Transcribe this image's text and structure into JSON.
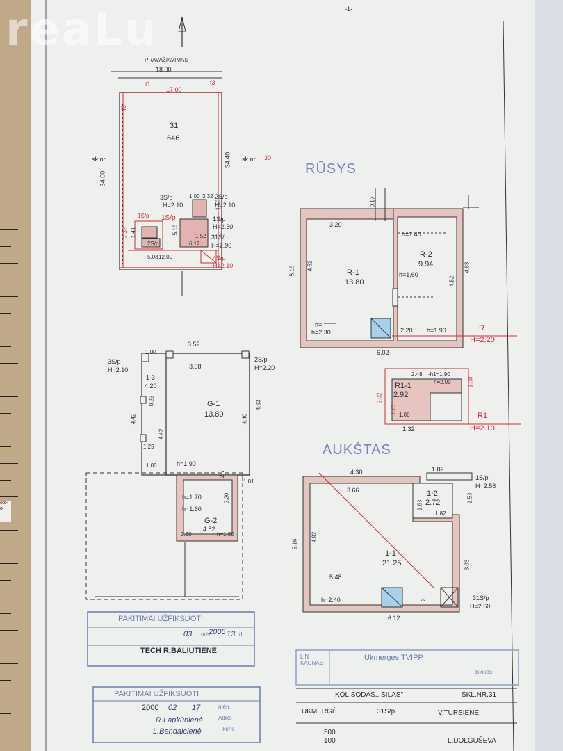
{
  "watermark": {
    "logo": "reaLu"
  },
  "page_number": "-1-",
  "side_note": "oto-\no",
  "site_plan": {
    "road": "PRAVAŽIAVIMAS",
    "width_top": "18.00",
    "width_inner": "17.00",
    "t1": "t1",
    "t2": "t2",
    "t3": "t3",
    "plot_number": "31",
    "plot_area": "646",
    "neighbor_left": "sk.nr.",
    "neighbor_right": "sk.nr.",
    "neighbor_right_num": "30",
    "depth_left": "34.00",
    "depth_right": "34.40",
    "d_1_00": "1.00",
    "d_3_32": "3.32",
    "d_1_53": "1.53",
    "d_1_52": "1.52",
    "d_5_16": "5.16",
    "d_6_12": "6.12",
    "d_5_03": "5.03",
    "d_12_00": "12.00",
    "d_2_37": "2.37",
    "d_1_41": "1.41",
    "b_3s": "3S/p",
    "b_3s_h": "H=2.10",
    "b_2s": "2S/p",
    "b_2s_h": "H=2.10",
    "b_1s": "1S/p",
    "b_1s_h": "H=2.30",
    "b_31s": "31S/p",
    "b_31s_h": "H=2.90",
    "b_4s": "4S/p",
    "b_4s_h": "H=2.10",
    "b_25s": "2S/p",
    "b_15s": "1S/p",
    "b_1_5": "1S/p"
  },
  "rusys": {
    "title": "RŪSYS",
    "d_3_20": "3.20",
    "d_0_17": "0.17",
    "h_1_40": "h=1.40",
    "r2": "R-2",
    "r2_area": "9.94",
    "r1": "R-1",
    "r1_area": "13.80",
    "h_1_60": "h=1.60",
    "d_5_16": "5.16",
    "d_4_52": "4.52",
    "d_4_52b": "4.52",
    "d_4_83": "4.83",
    "h_2_30": "h=2.30",
    "h_mark": "-h=",
    "d_2_20": "2.20",
    "h_1_90": "h=1.90",
    "d_6_02": "6.02",
    "r_label": "R",
    "r_h": "H=2.20",
    "d_2_48": "2.48",
    "h1_1_90": "-h1=1.90",
    "h_2_00": "h=2.00",
    "r11": "R1-1",
    "r11_area": "2.92",
    "d_2_02": "2.02",
    "d_1_70": "1.70",
    "d_1_00": "1.00",
    "d_1_08": "1.08",
    "d_1_32": "1.32",
    "r1_label": "R1",
    "r1_h": "H=2.10"
  },
  "garage": {
    "d_1_00": "1.00",
    "d_3_52": "3.52",
    "b_3s": "3S/p",
    "b_3s_h": "H=2.10",
    "b_2s": "2S/p",
    "b_2s_h": "H=2.20",
    "r13": "1-3",
    "r13_area": "4.20",
    "d_3_08": "3.08",
    "d_0_23": "0.23",
    "g1": "G-1",
    "g1_area": "13.80",
    "d_4_42": "4.42",
    "d_4_42b": "4.42",
    "d_4_40": "4.40",
    "d_4_63": "4.63",
    "d_1_25": "1.25",
    "d_1_00b": "1.00",
    "h_1_90": "h=1.90",
    "d_2_7": "2.7",
    "d_1_81": "1.81",
    "h_1_70": "h=1.70",
    "h_1_60": "h=1.60",
    "d_2_20": "2.20",
    "g2": "G-2",
    "g2_area": "4.82",
    "h_1_80": "h=1.80",
    "d_2_20b": "2.20"
  },
  "aukstas": {
    "title": "AUKŠTAS",
    "d_4_30": "4.30",
    "d_1_82": "1.82",
    "b_1s": "1S/p",
    "b_1s_h": "H=2.58",
    "d_3_66": "3.66",
    "d_1_53": "1.53",
    "r12": "1-2",
    "r12_area": "2.72",
    "d_1_63": "1.63",
    "d_1_82b": "1.82",
    "d_5_16": "5.16",
    "d_4_92": "4.92",
    "r11": "1-1",
    "r11_area": "21.25",
    "d_3_63": "3.63",
    "d_5_48": "5.48",
    "h_2_40": "h=2.40",
    "d_2": "2",
    "d_6_12": "6.12",
    "b_31s": "31S/p",
    "b_31s_h": "H=2.60"
  },
  "stamp1": {
    "title": "PAKITIMAI UŽFIKSUOTI",
    "year": "2005",
    "month_label": "mėn.",
    "month": "03",
    "day": "13",
    "d_label": "d.",
    "tech": "TECH R.BALIUTIENE"
  },
  "stamp2": {
    "title": "PAKITIMAI UŽFIKSUOTI",
    "year": "2000",
    "month": "02",
    "day": "17",
    "sig1": "R.Lapkūnienė",
    "sig2": "L.Bendaicienė",
    "row1": "mėn.",
    "row2": "Atliko",
    "row3": "Tikrino"
  },
  "title_block": {
    "office": "Ukmergės TVIPP",
    "stamp_small": "L N KAUNAS",
    "block_label": "Blokas",
    "kol_sodas": "KOL.SODAS,, ŠILAS\"",
    "skl": "SKL.NR.31",
    "town": "UKMERGĖ",
    "scale_top": "500",
    "scale_bottom": "100",
    "code": "31S/p",
    "author": "V.TURSIENĖ",
    "checker": "L.DOLGUŠEVA"
  }
}
